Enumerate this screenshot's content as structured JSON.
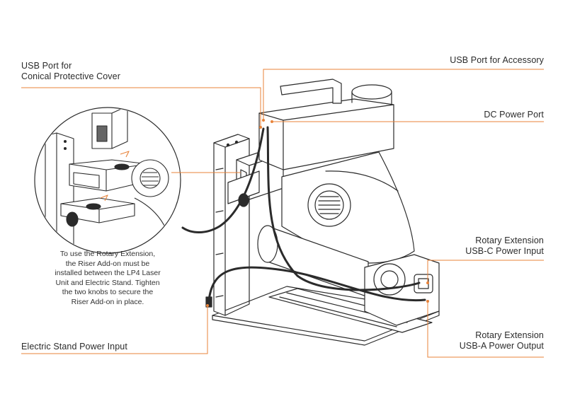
{
  "colors": {
    "leader": "#e8833a",
    "outline": "#2b2b2b",
    "text": "#2b2b2b"
  },
  "labels": {
    "usb_cover_line1": "USB Port for",
    "usb_cover_line2": "Conical Protective Cover",
    "usb_accessory": "USB Port for Accessory",
    "dc_power": "DC Power Port",
    "rotary_c_line1": "Rotary Extension",
    "rotary_c_line2": "USB-C Power Input",
    "rotary_a_line1": "Rotary Extension",
    "rotary_a_line2": "USB-A Power Output",
    "stand_power": "Electric Stand Power Input"
  },
  "note": {
    "line1": "To use the Rotary Extension,",
    "line2": "the Riser Add-on must be",
    "line3": "installed between the LP4 Laser",
    "line4": "Unit and Electric Stand. Tighten",
    "line5": "the two knobs to secure the",
    "line6": "Riser Add-on in place."
  }
}
